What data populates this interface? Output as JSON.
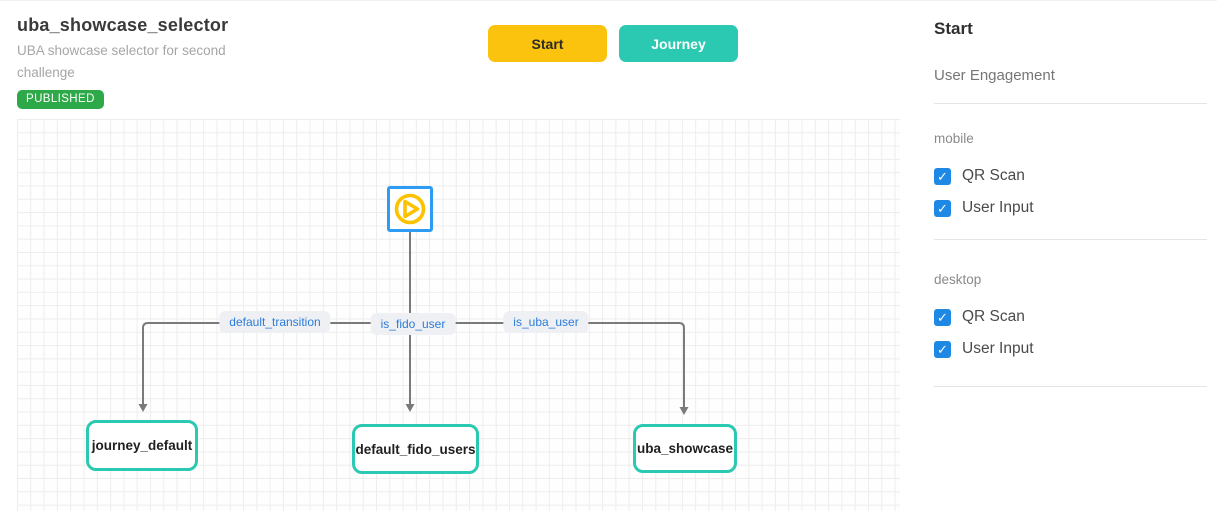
{
  "colors": {
    "accent_yellow": "#FBC30D",
    "accent_teal": "#2BC9B1",
    "badge_green": "#2DA94A",
    "checkbox_blue": "#1E88E5",
    "edge_label_blue": "#2B7CD9",
    "start_node_border_blue": "#2E9CF4",
    "edge_gray": "#7A7A7A"
  },
  "header": {
    "title": "uba_showcase_selector",
    "subtitle": "UBA showcase selector for second challenge",
    "status": "PUBLISHED"
  },
  "toolbar": {
    "start_label": "Start",
    "journey_label": "Journey"
  },
  "canvas": {
    "start_node_icon": "play-icon",
    "edge_labels": [
      {
        "label": "default_transition"
      },
      {
        "label": "is_fido_user"
      },
      {
        "label": "is_uba_user"
      }
    ],
    "nodes": [
      {
        "label": "journey_default"
      },
      {
        "label": "default_fido_users"
      },
      {
        "label": "uba_showcase"
      }
    ]
  },
  "sidebar": {
    "title": "Start",
    "subtitle": "User Engagement",
    "checkbox_glyph": "✓",
    "sections": [
      {
        "label": "mobile",
        "options": [
          {
            "label": "QR Scan",
            "checked": true
          },
          {
            "label": "User Input",
            "checked": true
          }
        ]
      },
      {
        "label": "desktop",
        "options": [
          {
            "label": "QR Scan",
            "checked": true
          },
          {
            "label": "User Input",
            "checked": true
          }
        ]
      }
    ]
  }
}
